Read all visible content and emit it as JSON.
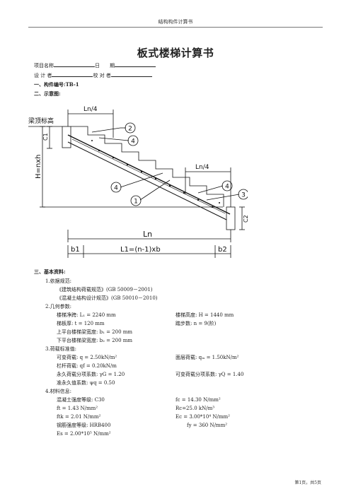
{
  "header": "结构构件计算书",
  "title": "板式楼梯计算书",
  "info": {
    "project_label": "项目名称",
    "date_label": "日　　期",
    "designer_label": "设 计 者",
    "checker_label": "校 对 者"
  },
  "sections": {
    "s1": "一、构件编号:TB-1",
    "s2": "二、示意图:",
    "s3": "三、基本资料:"
  },
  "diagram": {
    "top_label": "梁顶标高",
    "ln4_top": "Ln/4",
    "ln4_right": "Ln/4",
    "c1": "C1",
    "c2": "C2",
    "h": "H=nxh",
    "ln": "Ln",
    "b1": "b1",
    "b2": "b2",
    "l1": "L1=(n-1)xb",
    "markers": [
      "1",
      "2",
      "3",
      "4",
      "4",
      "4"
    ]
  },
  "basic": {
    "item1": "1.依据规范:",
    "code1": "《建筑结构荷载规范》(GB 50009－2001)",
    "code2": "《混凝土结构设计规范》(GB 50010－2010)",
    "item2": "2.几何参数:",
    "geo": [
      {
        "left": "楼梯净跨: L₁ = 2240 mm",
        "right": "楼梯高度: H = 1440 mm"
      },
      {
        "left": "梯板厚: t = 120 mm",
        "right": "踏步数: n = 9(阶)"
      },
      {
        "left": "上平台楼梯梁宽度: b₁ = 200 mm",
        "right": ""
      },
      {
        "left": "下平台楼梯梁宽度: b₂ = 200 mm",
        "right": ""
      }
    ],
    "item3": "3.荷载标准值:",
    "load": [
      {
        "left": "可变荷载: q = 2.50kN/m²",
        "right": "面层荷载: qₘ = 1.50kN/m²"
      },
      {
        "left": "栏杆荷载: qf = 0.20kN/m",
        "right": ""
      },
      {
        "left": "永久荷载分项系数: γG = 1.20",
        "right": "可变荷载分项系数: γQ = 1.40"
      },
      {
        "left": "准永久值系数: ψq = 0.50",
        "right": ""
      }
    ],
    "item4": "4.材料信息:",
    "mat": [
      {
        "left": "混凝土强度等级: C30",
        "right": "fc = 14.30 N/mm²"
      },
      {
        "left": "ft = 1.43 N/mm²",
        "right": "Rc=25.0 kN/m³"
      },
      {
        "left": "ftk = 2.01 N/mm²",
        "right": "Ec = 3.00*10⁴ N/mm²"
      },
      {
        "left": "钢筋强度等级: HRB400",
        "right": "fy = 360 N/mm²"
      },
      {
        "left": "Es = 2.00*10⁵ N/mm²",
        "right": ""
      }
    ]
  },
  "footer": "第1页，共5页"
}
